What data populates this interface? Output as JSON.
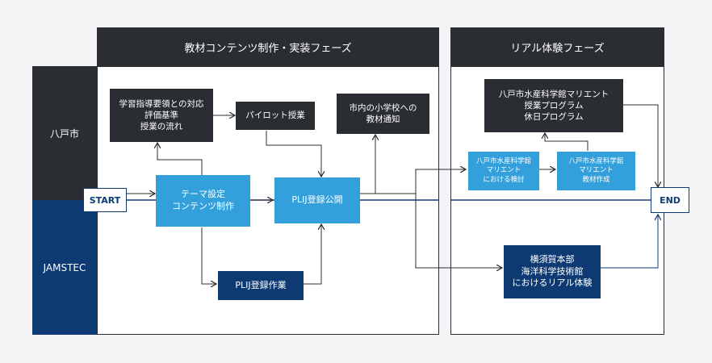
{
  "phases": {
    "development": "教材コンテンツ制作・実装フェーズ",
    "real": "リアル体験フェーズ"
  },
  "lanes": {
    "hachinohe": "八戸市",
    "jamstec": "JAMSTEC"
  },
  "terminals": {
    "start": "START",
    "end": "END"
  },
  "nodes": {
    "curriculum": "学習指導要領との対応\n評価基準\n授業の流れ",
    "pilot": "パイロット授業",
    "notify": "市内の小学校への\n教材通知",
    "theme": "テーマ設定\nコンテンツ制作",
    "publish": "PLIJ登録公開",
    "register": "PLIJ登録作業",
    "program": "八戸市水産科学館マリエント\n授業プログラム\n休日プログラム",
    "study": "八戸市水産科学館\nマリエント\nにおける検討",
    "material": "八戸市水産科学館\nマリエント\n教材作成",
    "yokosuka": "横須賀本部\n海洋科学技術館\nにおけるリアル体験"
  },
  "colors": {
    "dark": "#2a2d31",
    "blue": "#33a0dc",
    "navy": "#0d3a72",
    "background": "#f4f4f6"
  }
}
